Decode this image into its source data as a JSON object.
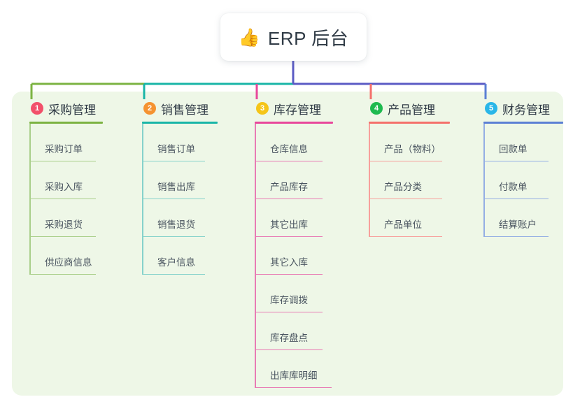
{
  "diagram": {
    "type": "mind-map",
    "root": {
      "icon": "thumbs-up-icon",
      "emoji": "👍",
      "label": "ERP 后台"
    },
    "panel_color": "#eef7e7",
    "trunk_color": "#5b5bc4",
    "columns": [
      {
        "number": "1",
        "title": "采购管理",
        "badge_color": "#f2506a",
        "rule_color": "#7cb342",
        "item_rule_color": "#a9cf8a",
        "spine_color": "#a9cf8a",
        "connector_color": "#7cb342",
        "items": [
          "采购订单",
          "采购入库",
          "采购退货",
          "供应商信息"
        ]
      },
      {
        "number": "2",
        "title": "销售管理",
        "badge_color": "#f59331",
        "rule_color": "#18b5a7",
        "item_rule_color": "#86d2cb",
        "spine_color": "#86d2cb",
        "connector_color": "#18b5a7",
        "items": [
          "销售订单",
          "销售出库",
          "销售退货",
          "客户信息"
        ]
      },
      {
        "number": "3",
        "title": "库存管理",
        "badge_color": "#f5c518",
        "rule_color": "#e8479b",
        "item_rule_color": "#e87bb4",
        "spine_color": "#e87bb4",
        "connector_color": "#e8479b",
        "items": [
          "仓库信息",
          "产品库存",
          "其它出库",
          "其它入库",
          "库存调拨",
          "库存盘点",
          "出库库明细"
        ]
      },
      {
        "number": "4",
        "title": "产品管理",
        "badge_color": "#1eba4f",
        "rule_color": "#f4706b",
        "item_rule_color": "#f7a09c",
        "spine_color": "#f7a09c",
        "connector_color": "#f4706b",
        "items": [
          "产品（物料）",
          "产品分类",
          "产品单位"
        ]
      },
      {
        "number": "5",
        "title": "财务管理",
        "badge_color": "#29b6e8",
        "rule_color": "#5b7fd4",
        "item_rule_color": "#93aee4",
        "spine_color": "#93aee4",
        "connector_color": "#5b7fd4",
        "items": [
          "回款单",
          "付款单",
          "结算账户"
        ]
      }
    ]
  }
}
